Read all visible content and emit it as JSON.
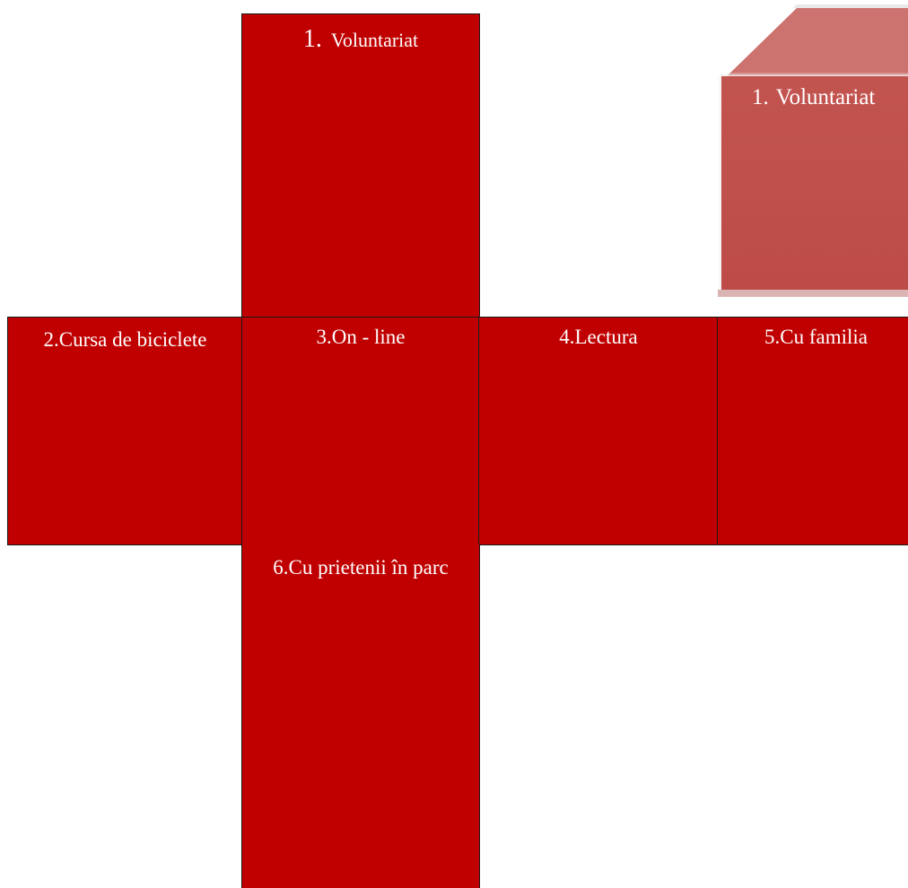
{
  "cube_net": {
    "top": {
      "number": "1.",
      "text": "Voluntariat"
    },
    "left": {
      "text": "2.Cursa de biciclete"
    },
    "center": {
      "text": "3.On - line"
    },
    "right": {
      "text": "4.Lectura"
    },
    "far_right": {
      "text": "5.Cu familia"
    },
    "bottom": {
      "text": "6.Cu  prietenii în parc"
    }
  },
  "cube_3d": {
    "front": {
      "number": "1.",
      "text": "Voluntariat"
    }
  },
  "colors": {
    "face": "#c00000",
    "cube_front": "#c0504d",
    "cube_top": "#cc726f",
    "border": "#1a1a1a"
  }
}
